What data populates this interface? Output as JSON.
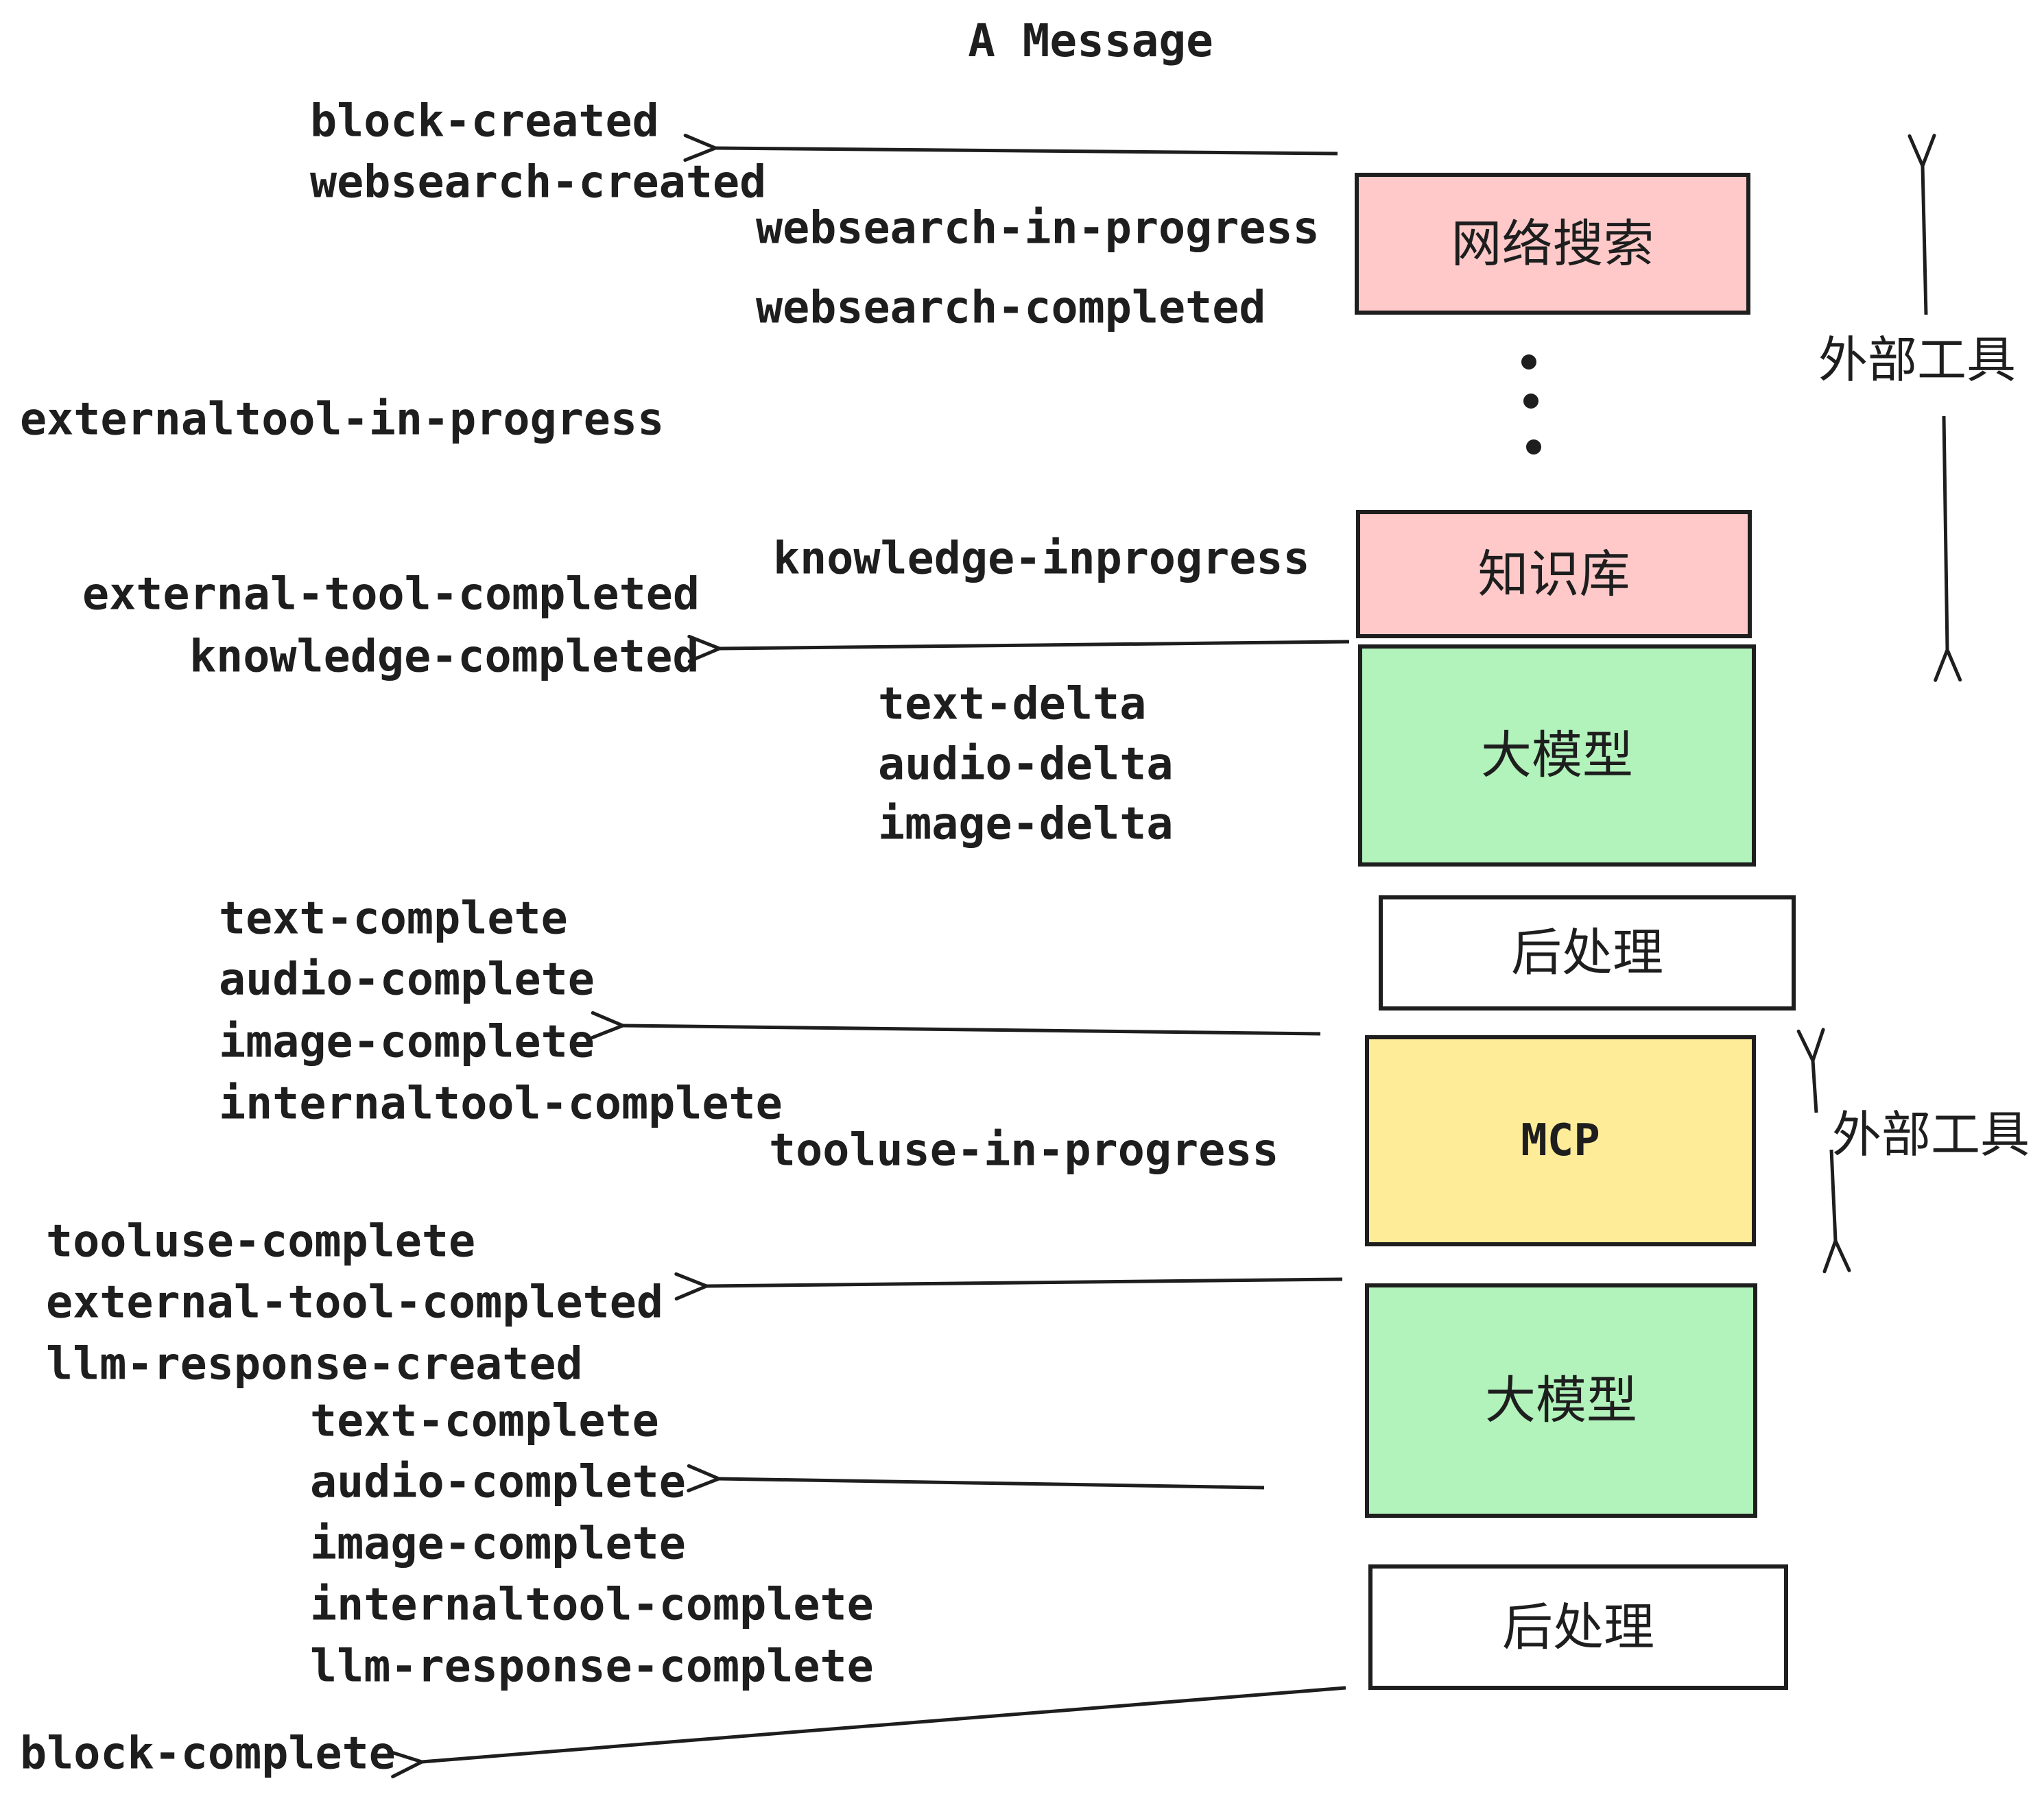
{
  "title": "A Message",
  "colors": {
    "stroke": "#1e1e1e",
    "box_pink": "#ffc9c9",
    "box_green": "#b2f2bb",
    "box_yellow": "#ffec99",
    "box_white": "#ffffff",
    "background": "#ffffff"
  },
  "boxes": [
    {
      "label": "网络搜索"
    },
    {
      "label": "知识库"
    },
    {
      "label": "大模型"
    },
    {
      "label": "后处理"
    },
    {
      "label": "MCP"
    },
    {
      "label": "大模型"
    },
    {
      "label": "后处理"
    }
  ],
  "side_labels": [
    {
      "text": "外部工具"
    },
    {
      "text": "外部工具"
    }
  ],
  "events": [
    {
      "text": "block-created"
    },
    {
      "text": "websearch-created"
    },
    {
      "text": "websearch-in-progress"
    },
    {
      "text": "websearch-completed"
    },
    {
      "text": "externaltool-in-progress"
    },
    {
      "text": "knowledge-inprogress"
    },
    {
      "text": "external-tool-completed"
    },
    {
      "text": "knowledge-completed"
    },
    {
      "text": "text-delta"
    },
    {
      "text": "audio-delta"
    },
    {
      "text": "image-delta"
    },
    {
      "text": "text-complete"
    },
    {
      "text": "audio-complete"
    },
    {
      "text": "image-complete"
    },
    {
      "text": "internaltool-complete"
    },
    {
      "text": "tooluse-in-progress"
    },
    {
      "text": "tooluse-complete"
    },
    {
      "text": "external-tool-completed"
    },
    {
      "text": "llm-response-created"
    },
    {
      "text": "text-complete"
    },
    {
      "text": "audio-complete"
    },
    {
      "text": "image-complete"
    },
    {
      "text": "internaltool-complete"
    },
    {
      "text": "llm-response-complete"
    },
    {
      "text": "block-complete"
    }
  ]
}
